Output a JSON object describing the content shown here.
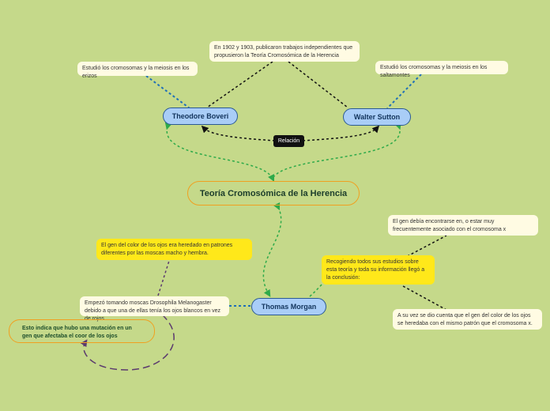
{
  "central": "Teoría Cromosómica de la Herencia",
  "persons": {
    "boveri": "Theodore Boveri",
    "sutton": "Walter Sutton",
    "morgan": "Thomas Morgan"
  },
  "relation_label": "Relación",
  "notes": {
    "publication": "En 1902 y 1903, publicaron trabajos independientes que propusieron la Teoría Cromosómica de la Herencia",
    "boveri_study": "Estudió los cromosomas y la meiosis en los erizos",
    "sutton_study": "Estudió los cromosomas y la meiosis en los saltamontes",
    "gene_x": "El gen debía encontrarse en, o estar muy frecuentemente asociado con el cromosoma x",
    "gene_same": "A su vez se dio cuenta que el gen del color de los ojos se heredaba con el mismo patrón que el cromosoma x.",
    "drosophila": "Empezó tomando moscas Drosophila Melanogaster debido a que una de ellas tenía los ojos blancos en vez de rojos."
  },
  "yellow_notes": {
    "inherited": "El gen del color de los ojos era heredado en patrones diferentes por las moscas macho y hembra.",
    "collecting": "Recogiendo todos sus estudios sobre esta teoría y toda su información llegó a la conclusión:"
  },
  "mutation": "Esto indica que hubo una mutación en un gen que afectaba el coor de los ojos",
  "colors": {
    "background": "#c5d98a",
    "green_link": "#2eaa4a",
    "blue_link": "#1f6fb8",
    "purple_link": "#5b3a6e",
    "black_link": "#111111"
  }
}
